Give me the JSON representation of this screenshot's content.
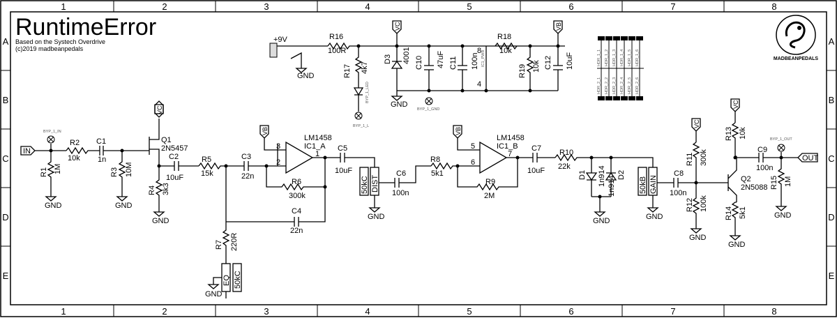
{
  "title": "RuntimeError",
  "subtitle_1": "Based on the Systech Overdrive",
  "subtitle_2": "(c)2019 madbeanpedals",
  "logo_text": "MADBEANPEDALS",
  "columns": [
    "1",
    "2",
    "3",
    "4",
    "5",
    "6",
    "7",
    "8"
  ],
  "rows": [
    "A",
    "B",
    "C",
    "D",
    "E"
  ],
  "power": {
    "vin": "+9V",
    "r16_name": "R16",
    "r16_val": "100R",
    "r17_name": "R17",
    "r17_val": "4k7",
    "led_pad": "BYP_1_LED",
    "pad_l": "BYP_1_L",
    "d3_name": "D3",
    "d3_val": "4001",
    "c10_name": "C10",
    "c10_val": "47uF",
    "c11_name": "C11",
    "c11_val": "100n",
    "ic_pins_label": "IC1_PWR",
    "pin8": "8",
    "pin4": "4",
    "r18_name": "R18",
    "r18_val": "10k",
    "r19_name": "R19",
    "r19_val": "10k",
    "c12_name": "C12",
    "c12_val": "10uF",
    "gnd_pad": "BYP_1_GND",
    "vc": "VC",
    "vb": "VB",
    "gnd": "GND"
  },
  "headers_top": [
    "HDR_1_1",
    "HDR_1_2",
    "HDR_1_3",
    "HDR_1_4",
    "HDR_1_5",
    "HDR_1_6"
  ],
  "headers_bottom": [
    "HDR_2_1",
    "HDR_2_2",
    "HDR_2_3",
    "HDR_2_4",
    "HDR_2_5",
    "HDR_2_6"
  ],
  "input": {
    "in": "IN",
    "pad_in": "BYP_1_IN",
    "r2_name": "R2",
    "r2_val": "10k",
    "c1_name": "C1",
    "c1_val": "1n",
    "r1_name": "R1",
    "r1_val": "1M",
    "r3_name": "R3",
    "r3_val": "10M",
    "q1_name": "Q1",
    "q1_val": "2N5457",
    "r4_name": "R4",
    "r4_val": "3k3",
    "c2_name": "C2",
    "c2_val": "10uF",
    "r5_name": "R5",
    "r5_val": "15k",
    "c3_name": "C3",
    "c3_val": "22n",
    "r7_name": "R7",
    "r7_val": "220R",
    "eq_name": "EQ",
    "eq_val": "50kC"
  },
  "stage1": {
    "ic_name": "LM1458",
    "ic_unit": "IC1_A",
    "pin3": "3",
    "pin2": "2",
    "pin1": "1",
    "r6_name": "R6",
    "r6_val": "300k",
    "c4_name": "C4",
    "c4_val": "22n",
    "c5_name": "C5",
    "c5_val": "10uF",
    "dist_name": "DIST",
    "dist_val": "50kC",
    "c6_name": "C6",
    "c6_val": "100n"
  },
  "stage2": {
    "ic_name": "LM1458",
    "ic_unit": "IC1_B",
    "pin5": "5",
    "pin6": "6",
    "pin7": "7",
    "r8_name": "R8",
    "r8_val": "5k1",
    "r9_name": "R9",
    "r9_val": "2M",
    "c7_name": "C7",
    "c7_val": "10uF",
    "r10_name": "R10",
    "r10_val": "22k",
    "d1_name": "D1",
    "d1_val": "1n914",
    "d2_name": "D2",
    "d2_val": "1n914",
    "gain_name": "GAIN",
    "gain_val": "50kB",
    "c8_name": "C8",
    "c8_val": "100n"
  },
  "output": {
    "r11_name": "R11",
    "r11_val": "300k",
    "r12_name": "R12",
    "r12_val": "100k",
    "r13_name": "R13",
    "r13_val": "10k",
    "r14_name": "R14",
    "r14_val": "5k1",
    "q2_name": "Q2",
    "q2_val": "2N5088",
    "c9_name": "C9",
    "c9_val": "100n",
    "r15_name": "R15",
    "r15_val": "1M",
    "pad_out": "BYP_1_OUT",
    "out": "OUT"
  }
}
